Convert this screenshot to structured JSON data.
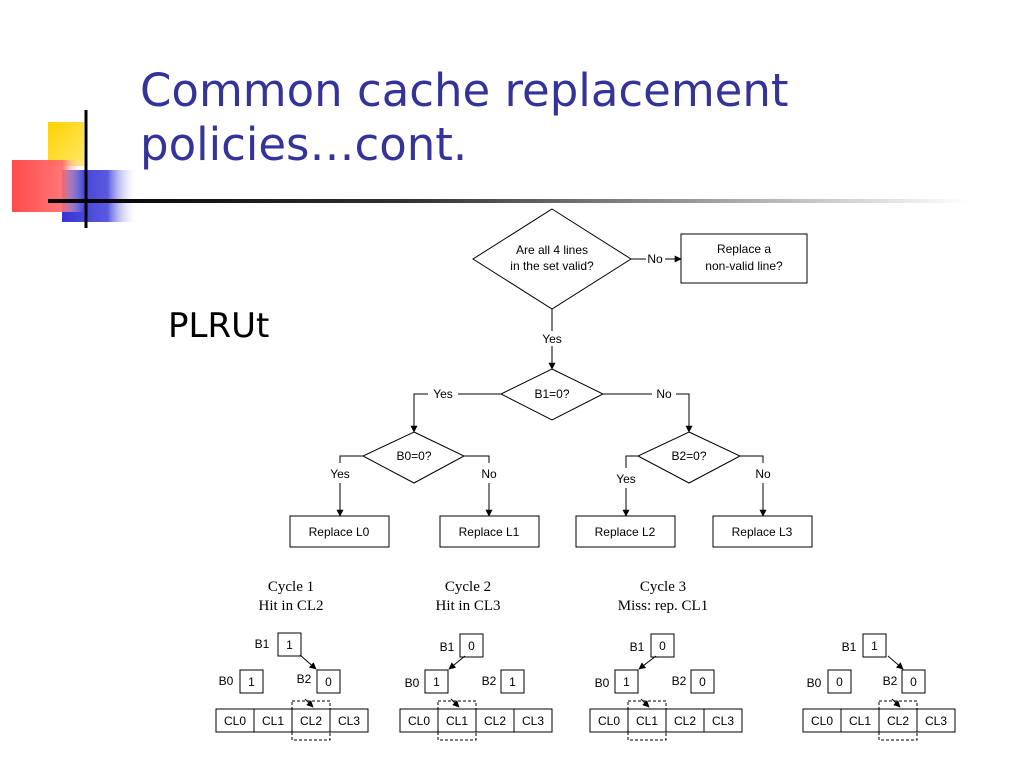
{
  "title": {
    "line1": "Common cache replacement",
    "line2": "policies…cont."
  },
  "section_label": "PLRUt",
  "flowchart": {
    "q_valid_line1": "Are all 4 lines",
    "q_valid_line2": "in the set valid?",
    "no_label": "No",
    "replace_nonvalid_line1": "Replace a",
    "replace_nonvalid_line2": "non-valid line?",
    "yes_label": "Yes",
    "q_b1": "B1=0?",
    "q_b0": "B0=0?",
    "q_b2": "B2=0?",
    "replace_l0": "Replace L0",
    "replace_l1": "Replace L1",
    "replace_l2": "Replace L2",
    "replace_l3": "Replace L3"
  },
  "bit_labels": {
    "b1": "B1",
    "b0": "B0",
    "b2": "B2"
  },
  "cache_lines": [
    "CL0",
    "CL1",
    "CL2",
    "CL3"
  ],
  "states": [
    {
      "caption1": "Cycle 1",
      "caption2": "Hit in CL2",
      "b1": "1",
      "b0": "1",
      "b2": "0",
      "highlight": 2
    },
    {
      "caption1": "Cycle 2",
      "caption2": "Hit in CL3",
      "b1": "0",
      "b0": "1",
      "b2": "1",
      "highlight": 1
    },
    {
      "caption1": "Cycle 3",
      "caption2": "Miss: rep. CL1",
      "b1": "0",
      "b0": "1",
      "b2": "0",
      "highlight": 1
    },
    {
      "caption1": "",
      "caption2": "",
      "b1": "1",
      "b0": "0",
      "b2": "0",
      "highlight": 2
    }
  ],
  "colors": {
    "title": "#333399",
    "logo_yellow": "#ffcc00",
    "logo_red": "#ff3333",
    "logo_blue": "#3333cc"
  }
}
